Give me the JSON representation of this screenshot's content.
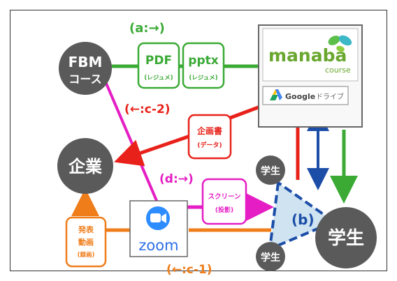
{
  "nodes": {
    "fbm": {
      "line1": "FBM",
      "line2": "コース"
    },
    "company": {
      "label": "企業"
    },
    "student_main": {
      "label": "学生"
    },
    "student_small_top": {
      "label": "学生"
    },
    "student_small_bottom": {
      "label": "学生"
    },
    "manaba": {
      "word": "manaba",
      "sub": "course"
    },
    "google_drive": {
      "brand": "Google",
      "text": "ドライブ"
    },
    "zoom": {
      "word": "zoom"
    },
    "pdf": {
      "title": "PDF",
      "sub": "(レジュメ)"
    },
    "pptx": {
      "title": "pptx",
      "sub": "(レジュメ)"
    },
    "plan": {
      "title": "企画書",
      "sub": "(データ)"
    },
    "screen": {
      "title": "スクリーン",
      "sub": "(投影)"
    },
    "video": {
      "lines": [
        "発表",
        "動画",
        "(録画)"
      ]
    }
  },
  "labels": {
    "a": "(a:→)",
    "b": "(b)",
    "c1": "(←:c-1)",
    "c2": "(←:c-2)",
    "d": "(d:→)"
  },
  "colors": {
    "green": "#3aaa35",
    "red": "#e8221b",
    "magenta": "#e51dc4",
    "orange": "#ef7d1a",
    "blue": "#1c4ea8",
    "gray": "#5a5a5a"
  }
}
